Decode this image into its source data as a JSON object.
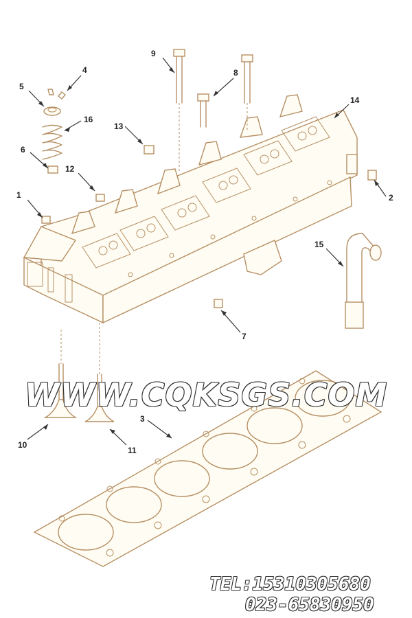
{
  "diagram": {
    "callouts": [
      "1",
      "2",
      "3",
      "4",
      "5",
      "6",
      "7",
      "8",
      "9",
      "10",
      "11",
      "12",
      "13",
      "14",
      "15",
      "16"
    ],
    "line_color": "#b68f64",
    "label_color": "#222222"
  },
  "watermark": {
    "site": "WWW.CQKSGS.COM",
    "tel": "TEL:15310305680",
    "phone": "023-65830950"
  }
}
